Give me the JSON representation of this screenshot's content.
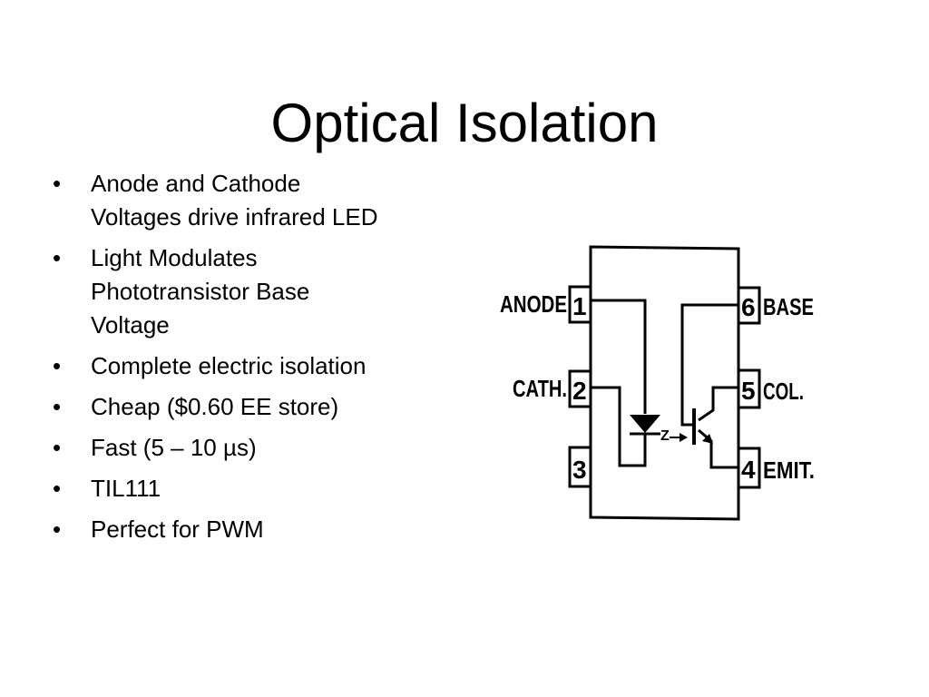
{
  "slide": {
    "title": "Optical Isolation",
    "bullets": [
      {
        "lines": [
          "Anode and Cathode",
          "Voltages drive infrared LED"
        ]
      },
      {
        "lines": [
          "Light Modulates",
          "Phototransistor Base",
          "Voltage"
        ]
      },
      {
        "lines": [
          "Complete electric isolation"
        ]
      },
      {
        "lines": [
          "Cheap ($0.60 EE store)"
        ]
      },
      {
        "lines": [
          "Fast (5 – 10 µs)"
        ]
      },
      {
        "lines": [
          "TIL111"
        ]
      },
      {
        "lines": [
          "Perfect for PWM"
        ]
      }
    ],
    "bullet_symbol": "•"
  },
  "diagram": {
    "pins": [
      {
        "number": "1",
        "label": "ANODE"
      },
      {
        "number": "2",
        "label": "CATH."
      },
      {
        "number": "3",
        "label": ""
      },
      {
        "number": "6",
        "label": "BASE"
      },
      {
        "number": "5",
        "label": "COL."
      },
      {
        "number": "4",
        "label": "EMIT."
      }
    ],
    "light_mark": "Z"
  }
}
